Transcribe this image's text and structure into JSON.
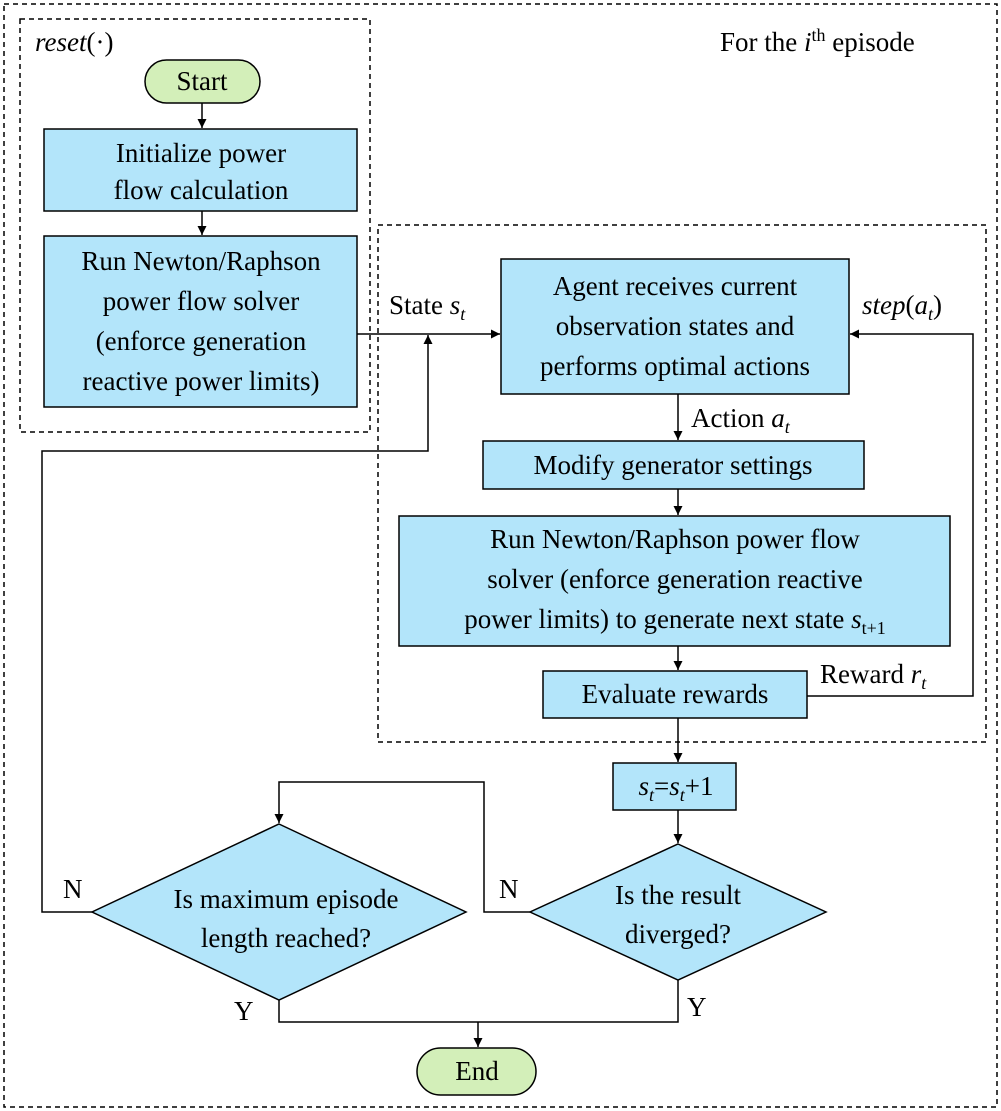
{
  "colors": {
    "process_fill": "#b3e5fa",
    "terminal_fill": "#d3efb9",
    "stroke": "#000000"
  },
  "frames": {
    "outer_label": {
      "prefix": "For the ",
      "var": "i",
      "sup": "th",
      "suffix": " episode"
    },
    "reset_label": {
      "name": "reset",
      "arg": "(·)"
    }
  },
  "nodes": {
    "start": {
      "text": "Start"
    },
    "init": {
      "lines": [
        "Initialize power",
        "flow calculation"
      ]
    },
    "run_nr_reset": {
      "lines": [
        "Run Newton/Raphson",
        "power flow solver",
        "(enforce generation",
        "reactive power limits)"
      ]
    },
    "agent": {
      "lines": [
        "Agent receives current",
        "observation states and",
        "performs optimal actions"
      ]
    },
    "modify": {
      "text": "Modify generator settings"
    },
    "run_nr_step": {
      "lines": [
        "Run Newton/Raphson power flow",
        "solver (enforce generation reactive"
      ],
      "line3": "power limits) to generate next state ",
      "line3_var": "s",
      "line3_sub": "t+1"
    },
    "evaluate": {
      "text": "Evaluate rewards"
    },
    "increment": {
      "var": "s",
      "sub": "t",
      "eq": "=",
      "plus": "+1"
    },
    "diverged": {
      "lines": [
        "Is the result",
        "diverged?"
      ]
    },
    "max_length": {
      "lines": [
        "Is maximum episode",
        "length reached?"
      ]
    },
    "end": {
      "text": "End"
    }
  },
  "labels": {
    "state": {
      "text": "State ",
      "var": "s",
      "sub": "t"
    },
    "step": {
      "name": "step",
      "open": "(",
      "var": "a",
      "sub": "t",
      "close": ")"
    },
    "action": {
      "text": "Action ",
      "var": "a",
      "sub": "t"
    },
    "reward": {
      "text": "Reward ",
      "var": "r",
      "sub": "t"
    },
    "n_left": "N",
    "n_right": "N",
    "y_left": "Y",
    "y_right": "Y"
  }
}
